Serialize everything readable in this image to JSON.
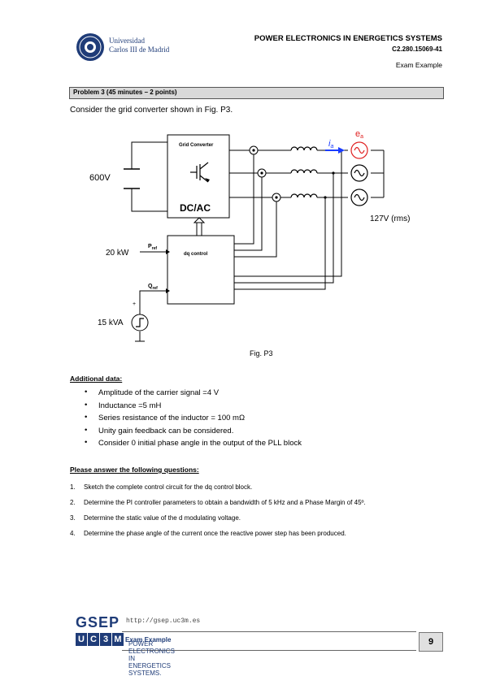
{
  "header": {
    "university_line1": "Universidad",
    "university_line2": "Carlos III de Madrid",
    "title": "POWER ELECTRONICS IN ENERGETICS SYSTEMS",
    "code": "C2.280.15069-41",
    "exam_label": "Exam Example"
  },
  "problem": {
    "heading": "Problem 3 (45 minutes – 2 points)",
    "intro": "Consider the grid converter shown in Fig. P3."
  },
  "figure": {
    "vdc_label": "600V",
    "converter_title": "Grid Converter",
    "converter_type": "DC/AC",
    "power_label": "20 kW",
    "pref_label": "P",
    "pref_sub": "ref",
    "qref_label": "Q",
    "qref_sub": "ref",
    "control_label": "dq control",
    "q_step_label": "15 kVA",
    "step_plus": "+",
    "current_label": "i",
    "current_sub": "a",
    "voltage_label": "e",
    "voltage_sub": "a",
    "grid_label": "127V (rms)",
    "caption": "Fig. P3"
  },
  "additional": {
    "heading": "Additional data:",
    "items": [
      "Amplitude of the carrier signal =4 V",
      "Inductance =5 mH",
      "Series resistance of the inductor = 100 mΩ",
      "Unity gain feedback can be considered.",
      "Consider 0 initial phase angle in the output of the PLL block"
    ]
  },
  "questions": {
    "heading": "Please answer the following questions:",
    "items": [
      {
        "num": "1.",
        "text": "Sketch the complete control circuit for the dq control block."
      },
      {
        "num": "2.",
        "text": "Determine the PI controller parameters to obtain a bandwidth of 5 kHz and a Phase Margin of 45º."
      },
      {
        "num": "3.",
        "text": "Determine the static value of the d modulating voltage."
      },
      {
        "num": "4.",
        "text": "Determine the phase angle of the current once the reactive power step has been produced."
      }
    ]
  },
  "footer": {
    "group_name": "GSEP",
    "uc3m_letters": [
      "U",
      "C",
      "3",
      "M"
    ],
    "url": "http://gsep.uc3m.es",
    "course": "POWER ELECTRONICS IN ENERGETICS SYSTEMS.",
    "exam": "Exam Example",
    "page_number": "9"
  },
  "colors": {
    "brand_blue": "#1f3c78",
    "source_red": "#e02020",
    "current_arrow_blue": "#1a3cff"
  }
}
